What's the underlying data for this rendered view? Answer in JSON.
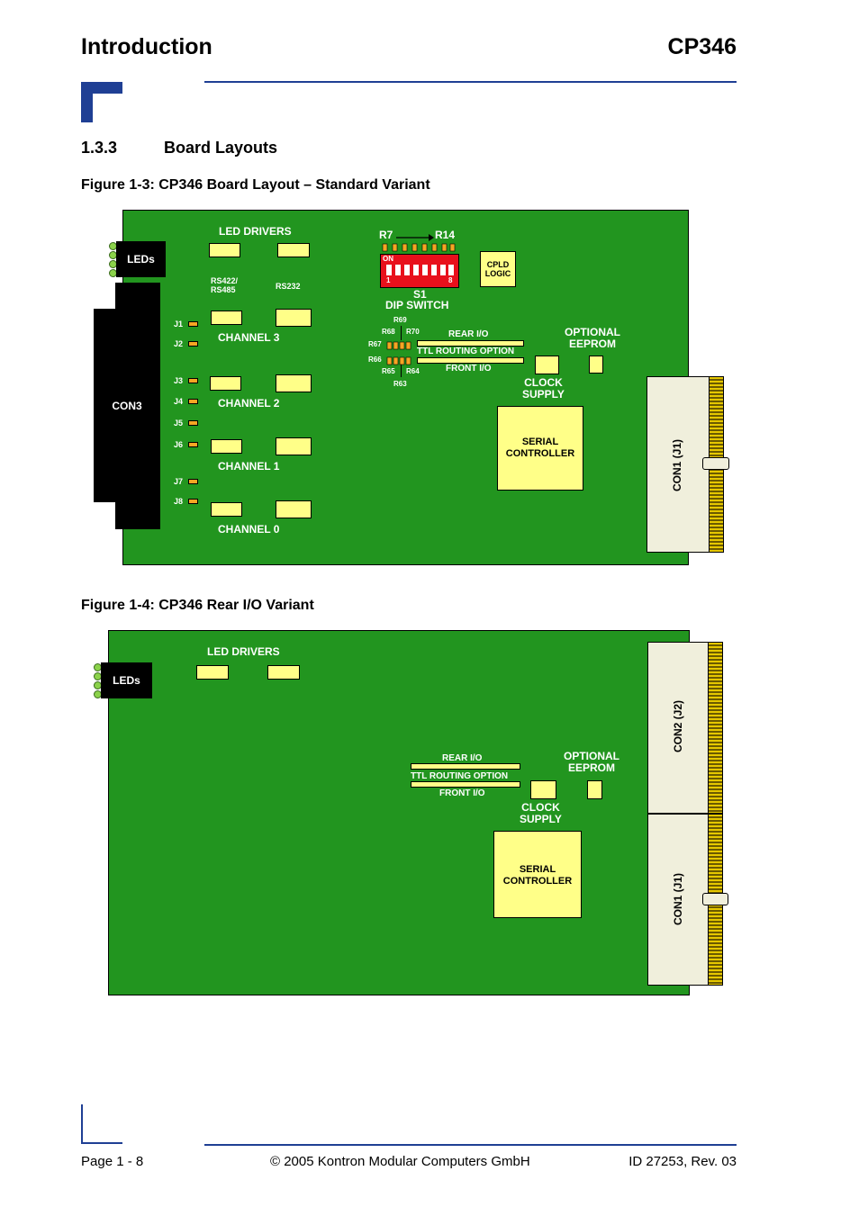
{
  "header": {
    "left": "Introduction",
    "right": "CP346"
  },
  "section": {
    "number": "1.3.3",
    "title": "Board Layouts"
  },
  "figure3": {
    "caption": "Figure 1-3:  CP346 Board Layout – Standard Variant",
    "leds": "LEDs",
    "led_drivers": "LED DRIVERS",
    "rs422": "RS422/\nRS485",
    "rs232": "RS232",
    "con3": "CON3",
    "jumpers": [
      "J1",
      "J2",
      "J3",
      "J4",
      "J5",
      "J6",
      "J7",
      "J8"
    ],
    "channels": [
      "CHANNEL 3",
      "CHANNEL 2",
      "CHANNEL 1",
      "CHANNEL 0"
    ],
    "r7": "R7",
    "r14": "R14",
    "dip_on": "ON",
    "dip_1": "1",
    "dip_8": "8",
    "s1": "S1",
    "dip_switch": "DIP SWITCH",
    "cpld": "CPLD\nLOGIC",
    "r69": "R69",
    "r68": "R68",
    "r70": "R70",
    "r67": "R67",
    "r66": "R66",
    "r65": "R65",
    "r64": "R64",
    "r63": "R63",
    "rear_io": "REAR I/O",
    "ttl": "TTL ROUTING OPTION",
    "front_io": "FRONT I/O",
    "optional_eeprom": "OPTIONAL\nEEPROM",
    "clock_supply": "CLOCK\nSUPPLY",
    "serial_controller": "SERIAL\nCONTROLLER",
    "con1": "CON1 (J1)"
  },
  "figure4": {
    "caption": "Figure 1-4:  CP346 Rear I/O Variant",
    "leds": "LEDs",
    "led_drivers": "LED DRIVERS",
    "rear_io": "REAR I/O",
    "ttl": "TTL ROUTING OPTION",
    "front_io": "FRONT I/O",
    "optional_eeprom": "OPTIONAL\nEEPROM",
    "clock_supply": "CLOCK\nSUPPLY",
    "serial_controller": "SERIAL\nCONTROLLER",
    "con2": "CON2 (J2)",
    "con1": "CON1 (J1)"
  },
  "footer": {
    "page": "Page 1 - 8",
    "copyright": "© 2005 Kontron Modular Computers GmbH",
    "id": "ID 27253, Rev. 03"
  },
  "colors": {
    "board": "#22951f",
    "rule": "#1f3f94",
    "chip": "#ffff88",
    "dip": "#e8101c"
  }
}
